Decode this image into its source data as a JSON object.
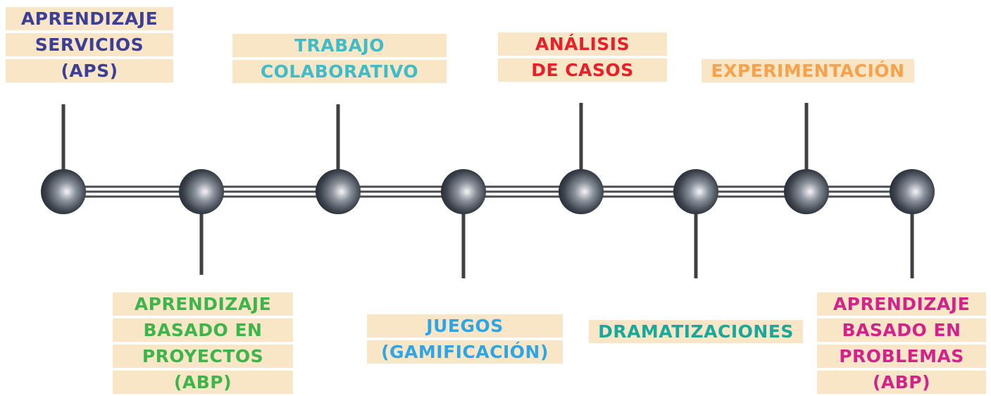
{
  "palette": {
    "label_bg": "#f9e6c6",
    "connector": "#3f3f46",
    "timeline": "#4a4a52",
    "node_dark": "#1f2630",
    "node_light": "#f4f6f8"
  },
  "nodes": [
    {
      "id": "aps",
      "label_lines": [
        "APRENDIZAJE",
        "SERVICIOS",
        "(APS)"
      ],
      "color": "#3b3f96",
      "position": "above"
    },
    {
      "id": "abp-proyectos",
      "label_lines": [
        "APRENDIZAJE",
        "BASADO EN",
        "PROYECTOS",
        "(ABP)"
      ],
      "color": "#3db54a",
      "position": "below"
    },
    {
      "id": "trabajo-colaborativo",
      "label_lines": [
        "TRABAJO",
        "COLABORATIVO"
      ],
      "color": "#40bcc7",
      "position": "above"
    },
    {
      "id": "juegos",
      "label_lines": [
        "JUEGOS",
        "(GAMIFICACIÓN)"
      ],
      "color": "#2ea6e6",
      "position": "below"
    },
    {
      "id": "analisis-casos",
      "label_lines": [
        "ANÁLISIS",
        "DE CASOS"
      ],
      "color": "#e8202a",
      "position": "above"
    },
    {
      "id": "dramatizaciones",
      "label_lines": [
        "DRAMATIZACIONES"
      ],
      "color": "#1aa89c",
      "position": "below"
    },
    {
      "id": "experimentacion",
      "label_lines": [
        "EXPERIMENTACIÓN"
      ],
      "color": "#f7a14d",
      "position": "above"
    },
    {
      "id": "abp-problemas",
      "label_lines": [
        "APRENDIZAJE",
        "BASADO EN",
        "PROBLEMAS",
        "(ABP)"
      ],
      "color": "#d2238b",
      "position": "below"
    }
  ]
}
